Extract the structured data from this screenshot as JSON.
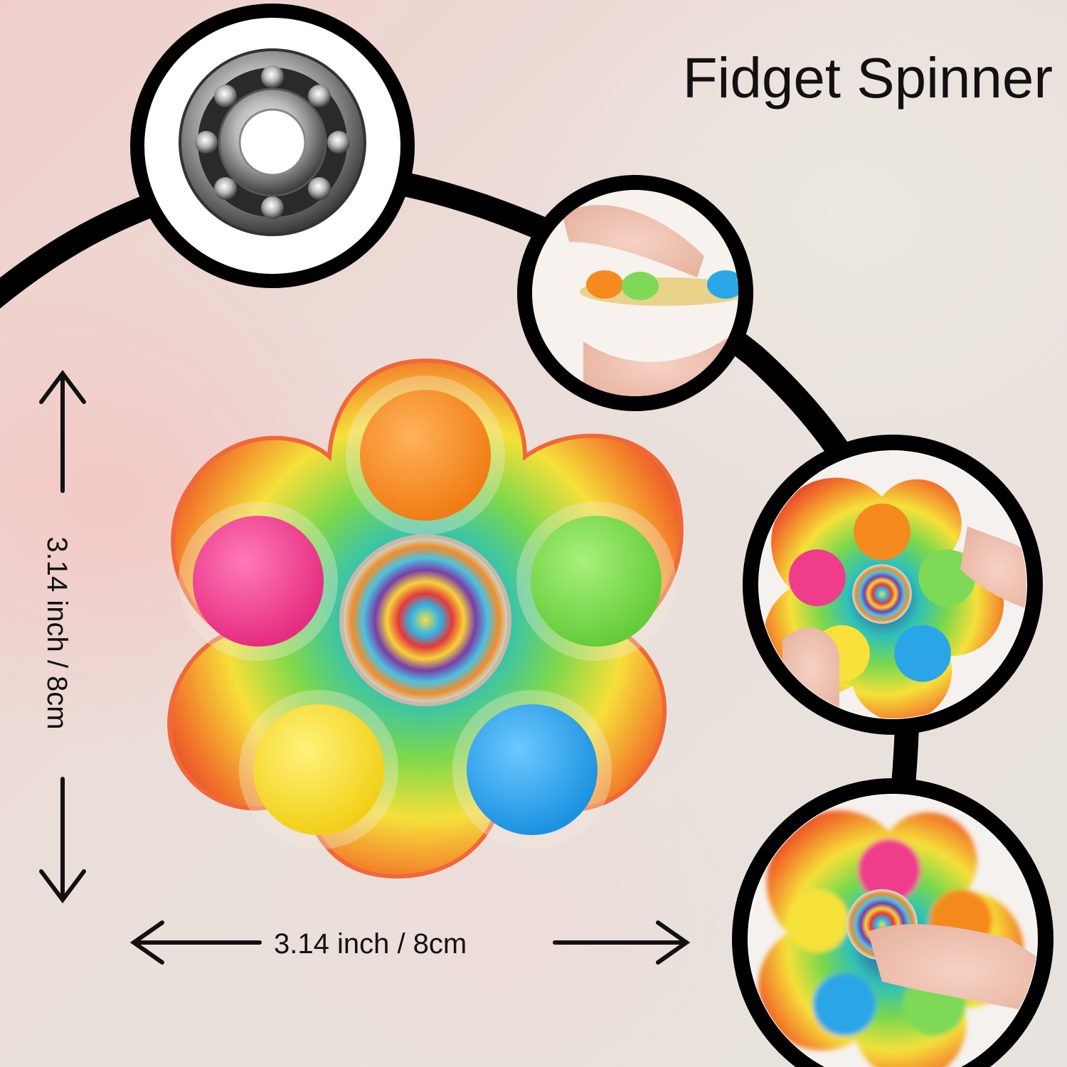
{
  "title": "Fidget Spinner",
  "dimensions": {
    "width_label": "3.14 inch / 8cm",
    "height_label": "3.14 inch / 8cm"
  },
  "spinner": {
    "pop_colors": [
      "#f58a1f",
      "#ef3d8c",
      "#7ed957",
      "#f7e13a",
      "#2aa6e8"
    ]
  },
  "insets": [
    {
      "name": "bearing-close-up"
    },
    {
      "name": "hand-holding-spinner"
    },
    {
      "name": "finger-pressing-pop"
    },
    {
      "name": "spinner-spinning-blur"
    }
  ]
}
